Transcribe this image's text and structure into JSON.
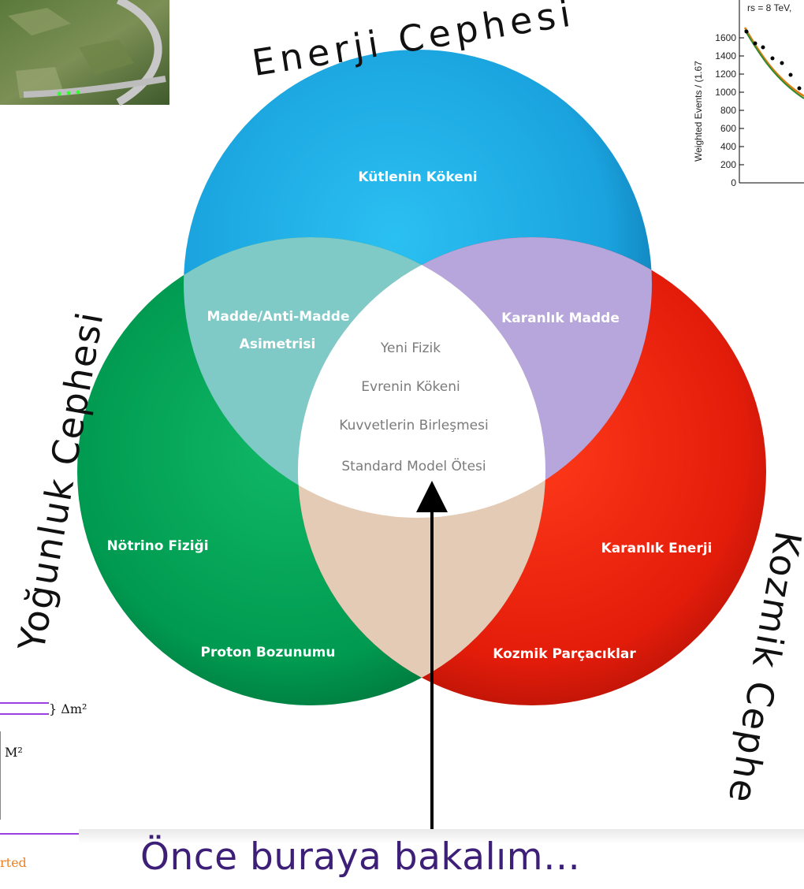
{
  "frontiers": {
    "energy": "Enerji Cephesi",
    "intensity": "Yoğunluk Cephesi",
    "cosmic": "Kozmik Cephe"
  },
  "regions": {
    "top_circle": "Kütlenin Kökeni",
    "top_left_overlap_1": "Madde/Anti-Madde",
    "top_left_overlap_2": "Asimetrisi",
    "top_right_overlap": "Karanlık Madde",
    "left_circle_1": "Nötrino Fiziği",
    "left_circle_2": "Proton Bozunumu",
    "right_circle_1": "Karanlık Enerji",
    "right_circle_2": "Kozmik Parçacıklar"
  },
  "center_items": [
    "Yeni Fizik",
    "Evrenin Kökeni",
    "Kuvvetlerin Birleşmesi",
    "Standard Model Ötesi"
  ],
  "caption": "Önce buraya bakalım…",
  "inset_plot": {
    "ylabel": "Weighted Events / (1.67",
    "annotation": "rs = 8 TeV,",
    "yticks": [
      "1600",
      "1400",
      "1200",
      "1000",
      "800",
      "600",
      "400",
      "200",
      "0"
    ]
  },
  "inset_levels": {
    "label_1": "} Δm²",
    "label_2": "M²",
    "label_3": "rted"
  },
  "colors": {
    "energy_circle": "#1aa6e0",
    "intensity_circle": "#009a50",
    "cosmic_circle": "#e8220c",
    "caption": "#3d1f78",
    "arrow": "#000000"
  }
}
